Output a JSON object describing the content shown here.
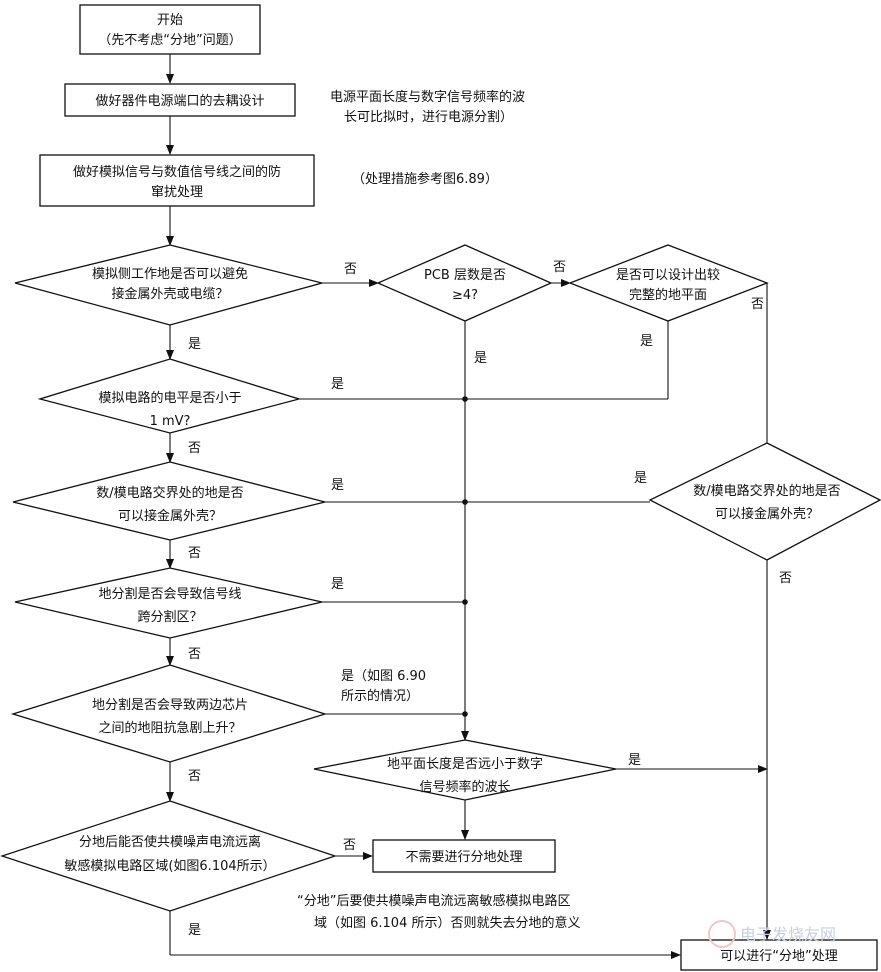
{
  "flowchart": {
    "start": [
      "开始",
      "（先不考虑“分地”问题）"
    ],
    "decoupling": "做好器件电源端口的去耦设计",
    "note_power": [
      "电源平面长度与数字信号频率的波",
      "长可比拟时，进行电源分割）"
    ],
    "anti_interference": [
      "做好模拟信号与数值信号线之间的防",
      "窜扰处理"
    ],
    "note_measures": "（处理措施参考图6.89）",
    "q_enclosure": [
      "模拟侧工作地是否可以避免",
      "接金属外壳或电缆？"
    ],
    "q_pcb_layers": [
      "PCB 层数是否",
      "≥4?"
    ],
    "q_ground_plane": [
      "是否可以设计出较",
      "完整的地平面"
    ],
    "q_level": [
      "模拟电路的电平是否小于",
      "1 mV?"
    ],
    "q_boundary_left": [
      "数/模电路交界处的地是否",
      "可以接金属外壳？"
    ],
    "q_boundary_right": [
      "数/模电路交界处的地是否",
      "可以接金属外壳？"
    ],
    "q_split_cross": [
      "地分割是否会导致信号线",
      "跨分割区？"
    ],
    "q_split_impedance": [
      "地分割是否会导致两边芯片",
      "之间的地阻抗急剧上升？"
    ],
    "q_plane_length": [
      "地平面长度是否远小于数字",
      "信号频率的波长"
    ],
    "q_common_mode": [
      "分地后能否使共模噪声电流远离",
      "敏感模拟电路区域(如图6.104所示）"
    ],
    "no_split": "不需要进行分地处理",
    "do_split": "可以进行“分地”处理",
    "note_meaning": [
      "“分地”后要使共模噪声电流远离敏感模拟电路区",
      "域（如图 6.104 所示）否则就失去分地的意义"
    ],
    "label_yes": "是",
    "label_no": "否",
    "label_yes_fig": [
      "是（如图 6.90",
      "所示的情况）"
    ],
    "watermark": "电子发烧友网"
  }
}
